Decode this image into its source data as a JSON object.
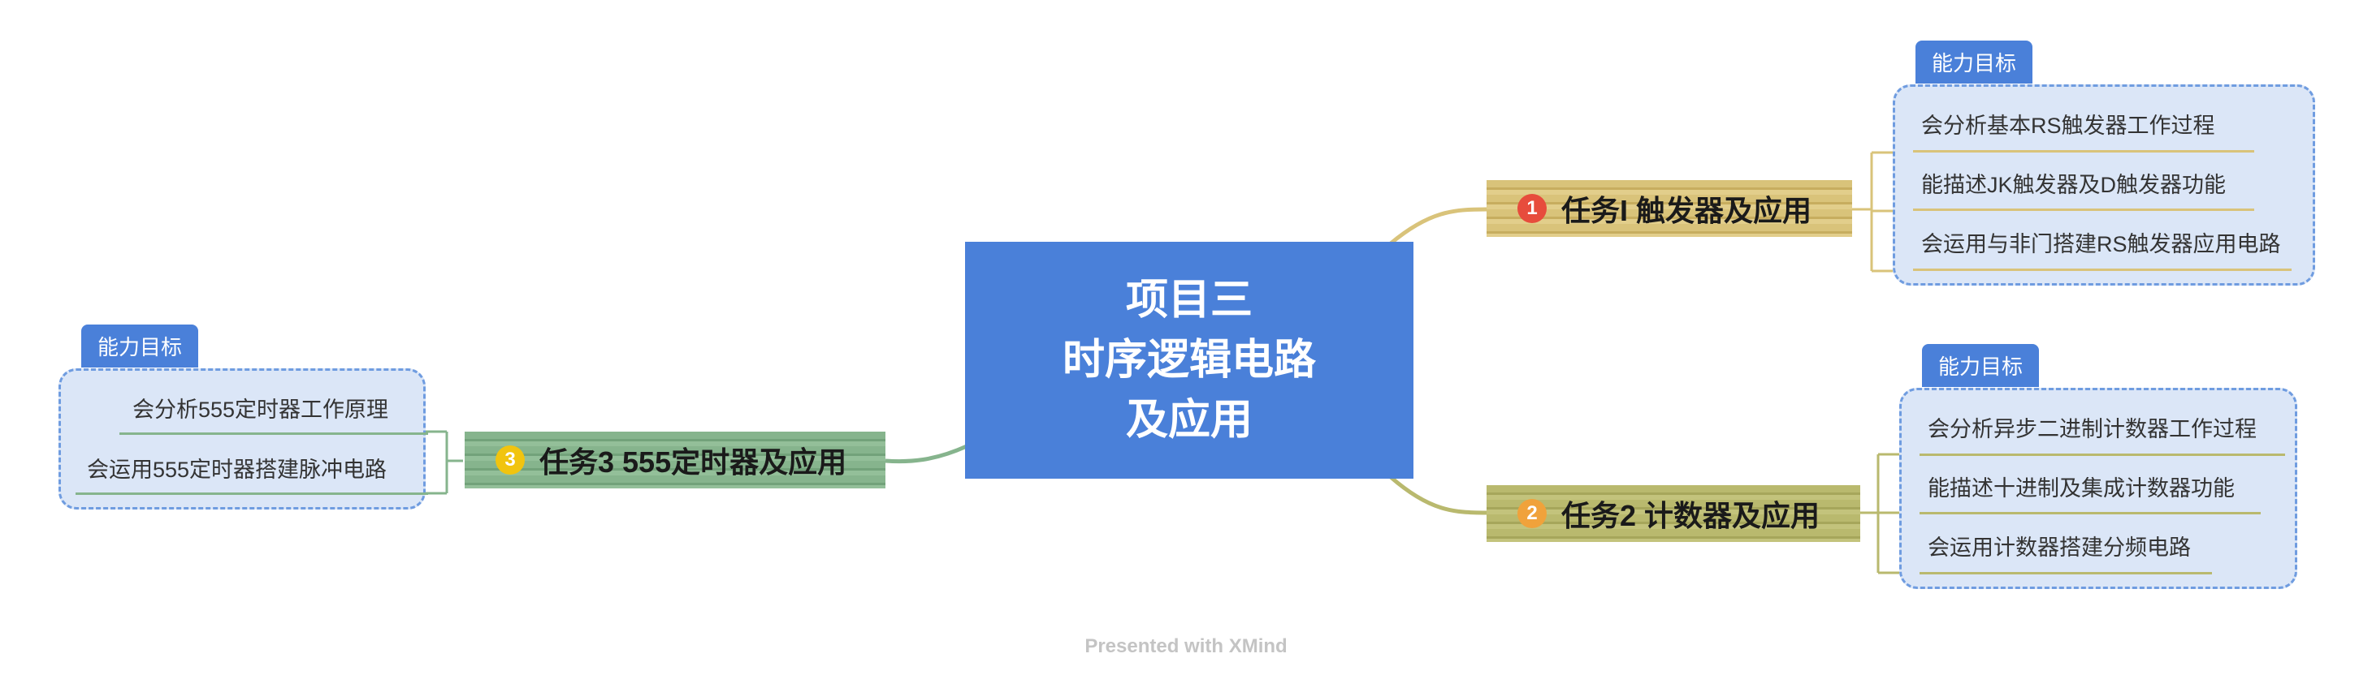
{
  "central": {
    "line1": "项目三",
    "line2": "时序逻辑电路",
    "line3": "及应用"
  },
  "branches": [
    {
      "num": "1",
      "label": "任务I 触发器及应用",
      "num_color": "#e74c3c",
      "bar_color": "#d9c37a"
    },
    {
      "num": "2",
      "label": "任务2 计数器及应用",
      "num_color": "#f0a23b",
      "bar_color": "#b9b96e"
    },
    {
      "num": "3",
      "label": "任务3 555定时器及应用",
      "num_color": "#f1c40f",
      "bar_color": "#86b48d"
    }
  ],
  "goals": [
    {
      "label": "能力目标",
      "items": [
        "会分析基本RS触发器工作过程",
        "能描述JK触发器及D触发器功能",
        "会运用与非门搭建RS触发器应用电路"
      ]
    },
    {
      "label": "能力目标",
      "items": [
        "会分析异步二进制计数器工作过程",
        "能描述十进制及集成计数器功能",
        "会运用计数器搭建分频电路"
      ]
    },
    {
      "label": "能力目标",
      "items": [
        "会分析555定时器工作原理",
        "会运用555定时器搭建脉冲电路"
      ]
    }
  ],
  "footer": "Presented with XMind",
  "colors": {
    "accent": "#4a80d9",
    "goal_bg": "#dbe6f7",
    "goal_border": "#6f9ce0"
  }
}
